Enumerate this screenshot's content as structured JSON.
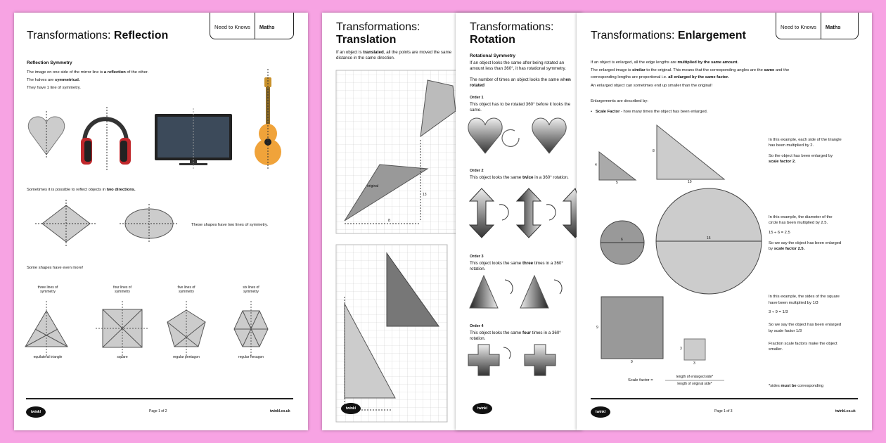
{
  "background_color": "#f7a3e3",
  "header_tabs": {
    "category": "Need to Knows",
    "subject": "Maths"
  },
  "title_prefix": "Transformations: ",
  "reflection": {
    "title": "Reflection",
    "heading": "Reflection Symmetry",
    "line1_pre": "The image on one side of the mirror line is ",
    "line1_bold": "a reflection",
    "line1_post": " of the other.",
    "line2_pre": "The halves are ",
    "line2_bold": "symmetrical.",
    "line3": "They have 1 line of symmetry.",
    "two_dir_pre": "Sometimes it is possible to reflect objects in ",
    "two_dir_bold": "two directions.",
    "two_lines": "These shapes have two lines of symmetry.",
    "even_more": "Some shapes have even more!",
    "shapes": [
      {
        "top": "three lines of symmetry",
        "bottom": "equilateral triangle"
      },
      {
        "top": "four lines of symmetry",
        "bottom": "square"
      },
      {
        "top": "five lines of symmetry",
        "bottom": "regular pentagon"
      },
      {
        "top": "six lines of symmetry",
        "bottom": "regular hexagon"
      }
    ],
    "logo": "twinkl",
    "page": "Page 1 of 2",
    "website": "twinkl.co.uk"
  },
  "translation": {
    "title": "Translation",
    "intro_pre": "If an object is ",
    "intro_bold": "translated",
    "intro_post": ", all the points are moved the same distance in the same direction.",
    "label_original": "original",
    "label_13": "13",
    "label_8": "8",
    "logo": "twinkl"
  },
  "rotation": {
    "title": "Rotation",
    "heading": "Rotational Symmetry",
    "line1": "If an object looks the same after being rotated an amount less than 360°, it has rotational symmetry.",
    "line2_pre": "The number of times an object looks the same wh",
    "line2_bold": "en rotated",
    "orders": [
      {
        "label": "Order 1",
        "text_pre": "This object has to be rotated 360° before it looks the same.",
        "text_bold": "",
        "text_post": ""
      },
      {
        "label": "Order 2",
        "text_pre": "This object looks the same ",
        "text_bold": "twice",
        "text_post": " in a 360° rotation."
      },
      {
        "label": "Order 3",
        "text_pre": "This object looks the same ",
        "text_bold": "three",
        "text_post": " times in a 360° rotation."
      },
      {
        "label": "Order 4",
        "text_pre": "This object looks the same ",
        "text_bold": "four",
        "text_post": " times in a 360° rotation."
      }
    ],
    "logo": "twinkl"
  },
  "enlargement": {
    "title": "Enlargement",
    "line1_pre": "If an object is enlarged, all the edge lengths are ",
    "line1_bold": "multiplied by the same amount.",
    "line2_pre": "The enlarged image is ",
    "line2_bold": "similar",
    "line2_post": " to the original. This means that the corresponding angles are the ",
    "line2_bold2": "same",
    "line2_post2": " and the",
    "line3_pre": "corresponding lengths are proportional i.e. ",
    "line3_bold": "all enlarged by the same factor.",
    "line4": "An enlarged object can sometimes end up smaller than the original!",
    "described": "Enlargements are described by:",
    "bullet_bold": "Scale Factor",
    "bullet_post": " - how many times the object has been enlarged.",
    "tri_small": {
      "side": "4",
      "base": "5"
    },
    "tri_big": {
      "side": "8",
      "base": "10"
    },
    "ex1_a": "In this example, each side of the triangle",
    "ex1_b": "has been multiplied by 2.",
    "ex1_c": "So the object has been enlarged by",
    "ex1_d": "scale factor 2.",
    "circle_small": "6",
    "circle_big": "15",
    "ex2_a": "In this example, the diameter of the",
    "ex2_b": "circle has been multiplied by 2.5.",
    "ex2_c": "15 ÷ 6 = 2.5",
    "ex2_d": "So we say the object has been enlarged",
    "ex2_e_pre": "by ",
    "ex2_e_bold": "scale factor 2.5.",
    "square_big": "9",
    "square_small": "3",
    "ex3_a": "In this example, the sides of the square",
    "ex3_b": "have been multiplied by 1/3",
    "ex3_c": "3 ÷ 9 = 1/3",
    "ex3_d": "So we say the object has been enlarged",
    "ex3_e": "by scale factor 1/3",
    "ex3_f": "Fraction scale factors make the object",
    "ex3_g": "smaller.",
    "formula_label": "Scale factor = ",
    "formula_num": "length of enlarged side*",
    "formula_den": "length of original side*",
    "note_pre": "*sides ",
    "note_bold": "must be",
    "note_post": " corresponding",
    "logo": "twinkl",
    "page": "Page 1 of 3",
    "website": "twinkl.co.uk"
  }
}
